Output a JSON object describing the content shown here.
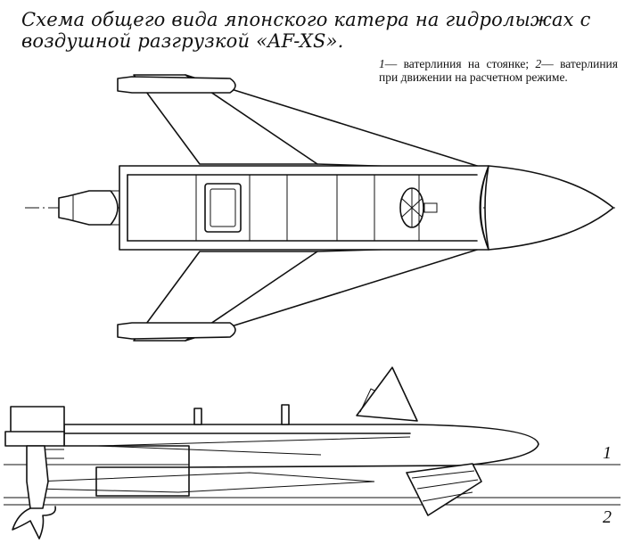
{
  "title": "Схема общего вида японского катера на гидролыжах с воздушной разгрузкой «AF-XS».",
  "legend": {
    "item1_num": "1",
    "item1_text": "— ватерлиния на стоянке; ",
    "item2_num": "2",
    "item2_text": "— ватерлиния при движении на расчетном режиме."
  },
  "callouts": {
    "line1": "1",
    "line2": "2"
  },
  "views": {
    "top": "plan-view",
    "side": "side-view"
  }
}
